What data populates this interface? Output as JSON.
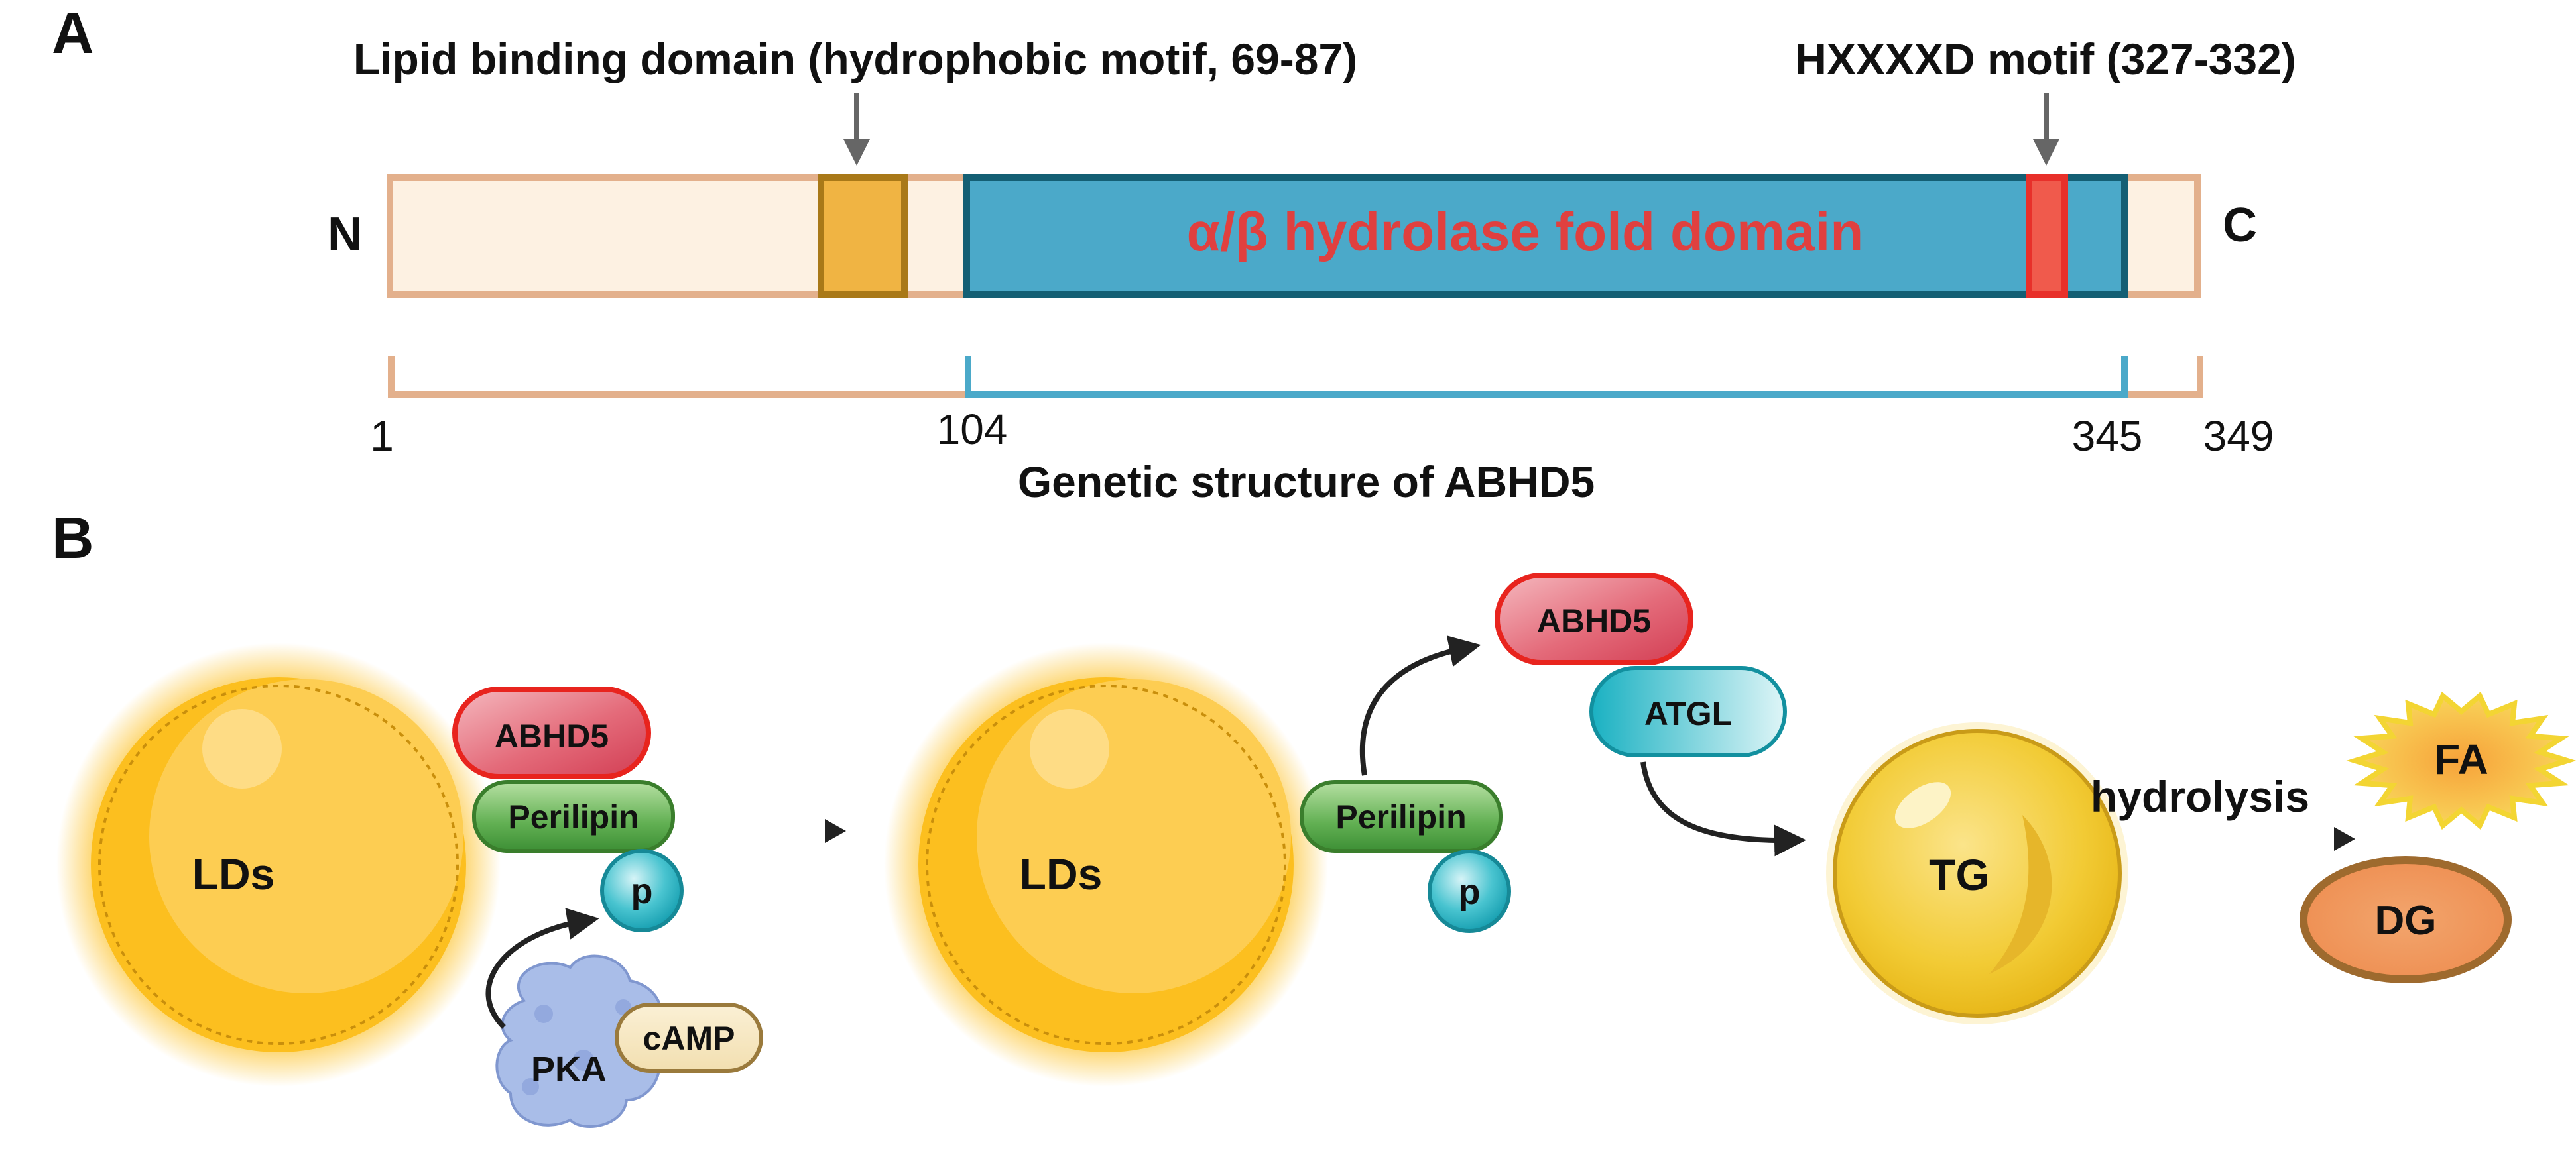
{
  "panel_a": {
    "label": "A",
    "lipid_label": "Lipid binding domain (hydrophobic motif, 69-87)",
    "motif_label": "HXXXXD motif (327-332)",
    "n_term": "N",
    "c_term": "C",
    "domain_label": "α/β hydrolase fold domain",
    "positions": [
      "1",
      "104",
      "345",
      "349"
    ],
    "caption": "Genetic structure of ABHD5",
    "colors": {
      "backbone_fill": "#fdf1e2",
      "backbone_stroke": "#e3b08c",
      "domain_fill": "#4ba9c9",
      "domain_stroke": "#145f74",
      "domain_text": "#e0403f",
      "lipid_fill": "#f0b443",
      "lipid_stroke": "#a97918",
      "motif_fill": "#f05a4c",
      "motif_stroke": "#e8302a"
    }
  },
  "panel_b": {
    "label": "B",
    "lds_1": "LDs",
    "lds_2": "LDs",
    "abhd5_1": "ABHD5",
    "abhd5_2": "ABHD5",
    "perilipin_1": "Perilipin",
    "perilipin_2": "Perilipin",
    "p_1": "p",
    "p_2": "p",
    "pka": "PKA",
    "camp": "cAMP",
    "atgl": "ATGL",
    "tg": "TG",
    "hydrolysis": "hydrolysis",
    "fa": "FA",
    "dg": "DG"
  }
}
